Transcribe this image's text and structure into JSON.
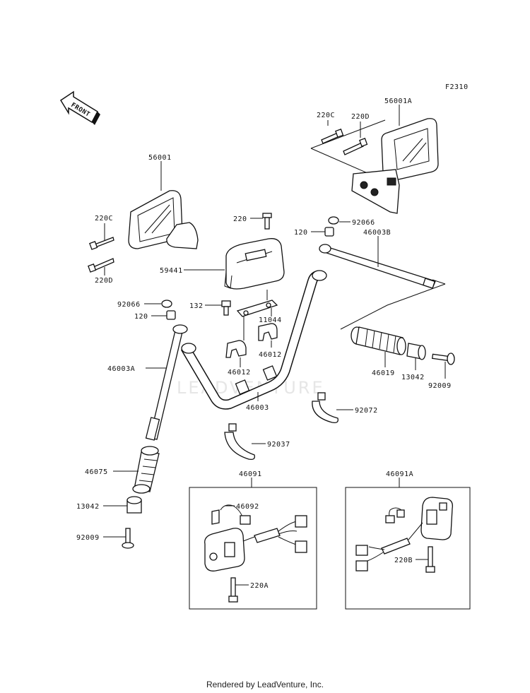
{
  "figure_code": "F2310",
  "front_label": "FRONT",
  "watermark": "LEADVENTURE",
  "footer": "Rendered by LeadVenture, Inc.",
  "labels": {
    "p56001": "56001",
    "p56001A": "56001A",
    "p220C_left": "220C",
    "p220D_left": "220D",
    "p220C_right": "220C",
    "p220D_right": "220D",
    "p220": "220",
    "p59441": "59441",
    "p132": "132",
    "p11044": "11044",
    "p46012_a": "46012",
    "p46012_b": "46012",
    "p92066_left": "92066",
    "p120_left": "120",
    "p92066_right": "92066",
    "p120_right": "120",
    "p46003B": "46003B",
    "p46003A": "46003A",
    "p46003": "46003",
    "p46019": "46019",
    "p13042_right": "13042",
    "p92009_right": "92009",
    "p92072": "92072",
    "p92037": "92037",
    "p46075": "46075",
    "p13042_left": "13042",
    "p92009_left": "92009",
    "p46091": "46091",
    "p46091A": "46091A",
    "p46092": "46092",
    "p220A": "220A",
    "p220B": "220B"
  }
}
